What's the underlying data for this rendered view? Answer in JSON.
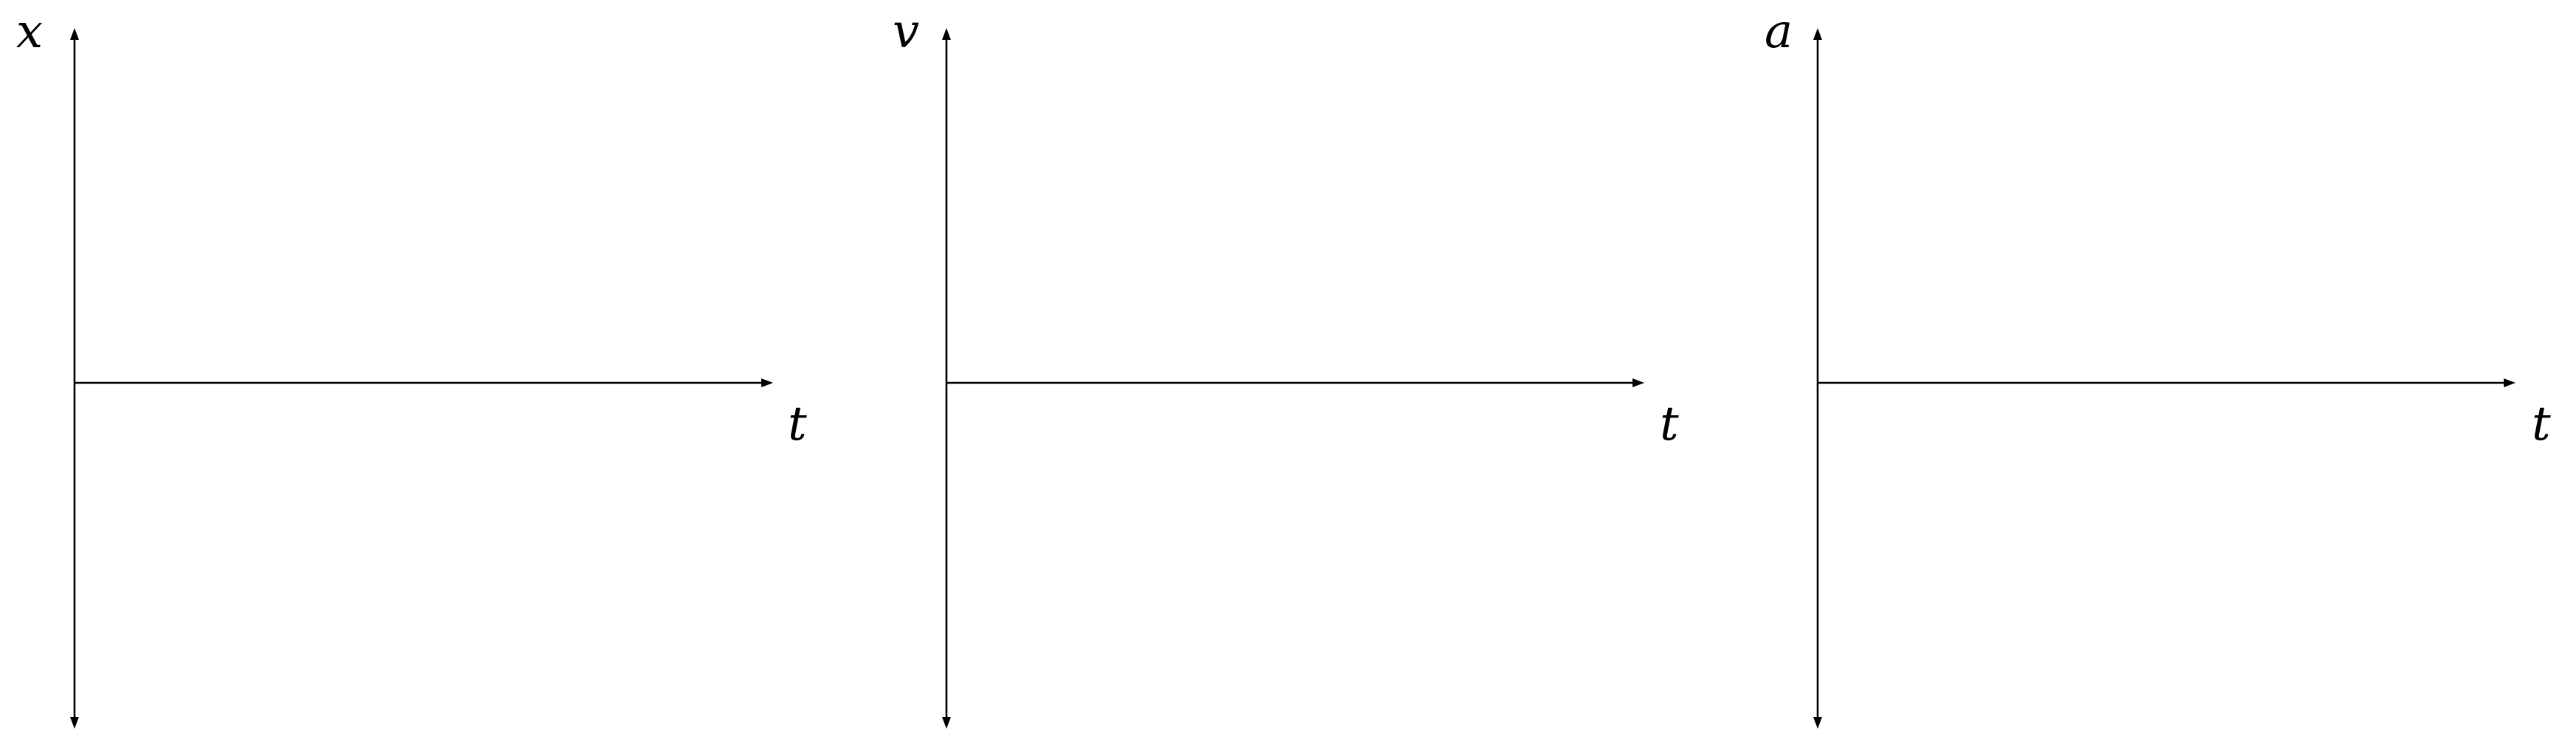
{
  "graphs": [
    {
      "id": "position",
      "vertical_label": "x",
      "horizontal_label": "t"
    },
    {
      "id": "velocity",
      "vertical_label": "v",
      "horizontal_label": "t"
    },
    {
      "id": "acceleration",
      "vertical_label": "a",
      "horizontal_label": "t"
    }
  ]
}
